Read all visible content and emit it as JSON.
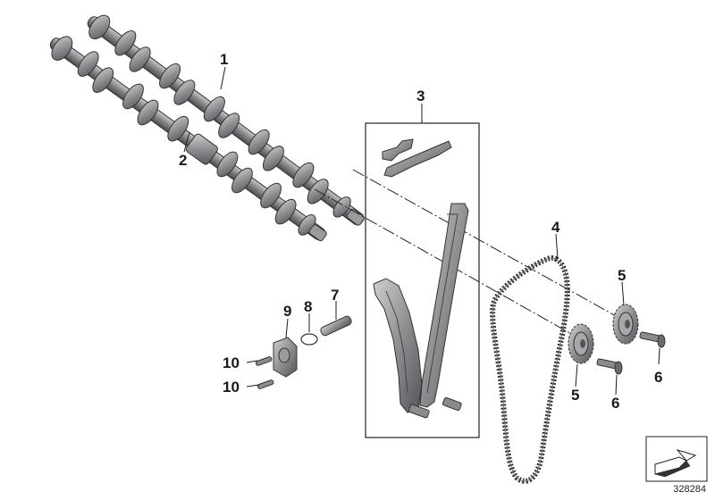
{
  "callouts": {
    "p1": "1",
    "p2": "2",
    "p3": "3",
    "p4": "4",
    "p5a": "5",
    "p5b": "5",
    "p6a": "6",
    "p6b": "6",
    "p7": "7",
    "p8": "8",
    "p9": "9",
    "p10a": "10",
    "p10b": "10"
  },
  "reference_number": "328284",
  "colors": {
    "part_dark": "#5f6062",
    "part_mid": "#8a8b8d",
    "part_light": "#c4c5c7",
    "line": "#1a1a1a"
  },
  "icons": [
    "camshaft-icon",
    "chain-icon",
    "sprocket-icon",
    "bolt-icon",
    "tensioner-rail-icon",
    "guide-rail-icon",
    "chain-tensioner-icon",
    "navigation-arrow-icon"
  ]
}
